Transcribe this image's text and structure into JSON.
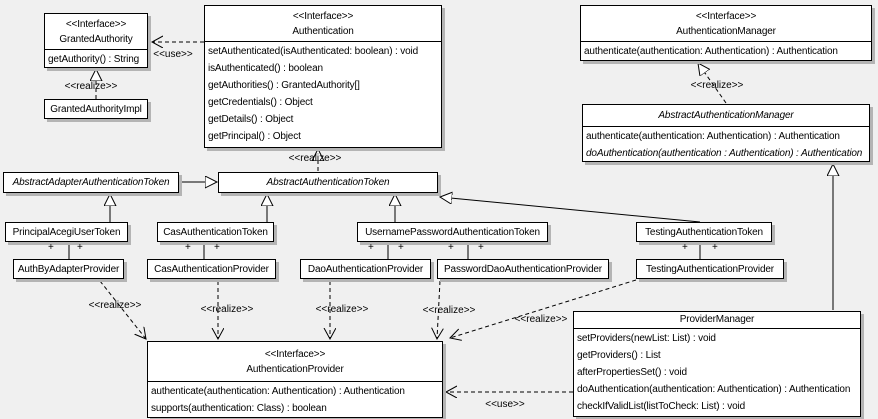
{
  "colors": {
    "background": "#f0f0f0",
    "box_fill": "#ffffff",
    "line": "#000000",
    "shadow": "#b4b4b4"
  },
  "classes": {
    "granted_authority": {
      "stereotype": "<<Interface>>",
      "name": "GrantedAuthority",
      "methods": [
        "getAuthority() : String"
      ]
    },
    "granted_authority_impl": {
      "name": "GrantedAuthorityImpl"
    },
    "authentication": {
      "stereotype": "<<Interface>>",
      "name": "Authentication",
      "methods": [
        "setAuthenticated(isAuthenticated: boolean) : void",
        "isAuthenticated() : boolean",
        "getAuthorities() : GrantedAuthority[]",
        "getCredentials() : Object",
        "getDetails() : Object",
        "getPrincipal() : Object"
      ]
    },
    "authentication_manager": {
      "stereotype": "<<Interface>>",
      "name": "AuthenticationManager",
      "methods": [
        "authenticate(authentication: Authentication) : Authentication"
      ]
    },
    "abstract_authentication_manager": {
      "name": "AbstractAuthenticationManager",
      "methods": [
        "authenticate(authentication: Authentication) : Authentication",
        "doAuthentication(authentication : Authentication) : Authentication"
      ]
    },
    "abstract_adapter_authentication_token": {
      "name": "AbstractAdapterAuthenticationToken"
    },
    "abstract_authentication_token": {
      "name": "AbstractAuthenticationToken"
    },
    "principal_acegi_user_token": {
      "name": "PrincipalAcegiUserToken"
    },
    "cas_authentication_token": {
      "name": "CasAuthenticationToken"
    },
    "username_password_authentication_token": {
      "name": "UsernamePasswordAuthenticationToken"
    },
    "testing_authentication_token": {
      "name": "TestingAuthenticationToken"
    },
    "auth_by_adapter_provider": {
      "name": "AuthByAdapterProvider"
    },
    "cas_authentication_provider": {
      "name": "CasAuthenticationProvider"
    },
    "dao_authentication_provider": {
      "name": "DaoAuthenticationProvider"
    },
    "password_dao_authentication_provider": {
      "name": "PasswordDaoAuthenticationProvider"
    },
    "testing_authentication_provider": {
      "name": "TestingAuthenticationProvider"
    },
    "authentication_provider": {
      "stereotype": "<<Interface>>",
      "name": "AuthenticationProvider",
      "methods": [
        "authenticate(authentication: Authentication) : Authentication",
        "supports(authentication: Class) : boolean"
      ]
    },
    "provider_manager": {
      "name": "ProviderManager",
      "methods": [
        "setProviders(newList: List) : void",
        "getProviders() : List",
        "afterPropertiesSet() : void",
        "doAuthentication(authentication: Authentication) : Authentication",
        "checkIfValidList(listToCheck: List) : void"
      ]
    }
  },
  "edges": [
    {
      "type": "dependency",
      "label": "<<use>>",
      "from": "Authentication",
      "to": "GrantedAuthority"
    },
    {
      "type": "realization",
      "label": "<<realize>>",
      "from": "GrantedAuthorityImpl",
      "to": "GrantedAuthority"
    },
    {
      "type": "realization",
      "label": "<<realize>>",
      "from": "AbstractAuthenticationToken",
      "to": "Authentication"
    },
    {
      "type": "realization",
      "label": "<<realize>>",
      "from": "AbstractAuthenticationManager",
      "to": "AuthenticationManager"
    },
    {
      "type": "generalization",
      "from": "AbstractAdapterAuthenticationToken",
      "to": "AbstractAuthenticationToken"
    },
    {
      "type": "generalization",
      "from": "PrincipalAcegiUserToken",
      "to": "AbstractAdapterAuthenticationToken"
    },
    {
      "type": "generalization",
      "from": "CasAuthenticationToken",
      "to": "AbstractAuthenticationToken"
    },
    {
      "type": "generalization",
      "from": "UsernamePasswordAuthenticationToken",
      "to": "AbstractAuthenticationToken"
    },
    {
      "type": "generalization",
      "from": "TestingAuthenticationToken",
      "to": "AbstractAuthenticationToken"
    },
    {
      "type": "generalization",
      "from": "ProviderManager",
      "to": "AbstractAuthenticationManager"
    },
    {
      "type": "association",
      "from": "PrincipalAcegiUserToken",
      "to": "AuthByAdapterProvider",
      "end_labels": [
        "+",
        "+"
      ]
    },
    {
      "type": "association",
      "from": "CasAuthenticationToken",
      "to": "CasAuthenticationProvider",
      "end_labels": [
        "+",
        "+"
      ]
    },
    {
      "type": "association",
      "from": "UsernamePasswordAuthenticationToken",
      "to": "DaoAuthenticationProvider",
      "end_labels": [
        "+",
        "+"
      ]
    },
    {
      "type": "association",
      "from": "UsernamePasswordAuthenticationToken",
      "to": "PasswordDaoAuthenticationProvider",
      "end_labels": [
        "+",
        "+"
      ]
    },
    {
      "type": "association",
      "from": "TestingAuthenticationToken",
      "to": "TestingAuthenticationProvider",
      "end_labels": [
        "+",
        "+"
      ]
    },
    {
      "type": "realization",
      "label": "<<realize>>",
      "from": "AuthByAdapterProvider",
      "to": "AuthenticationProvider"
    },
    {
      "type": "realization",
      "label": "<<realize>>",
      "from": "CasAuthenticationProvider",
      "to": "AuthenticationProvider"
    },
    {
      "type": "realization",
      "label": "<<realize>>",
      "from": "DaoAuthenticationProvider",
      "to": "AuthenticationProvider"
    },
    {
      "type": "realization",
      "label": "<<realize>>",
      "from": "PasswordDaoAuthenticationProvider",
      "to": "AuthenticationProvider"
    },
    {
      "type": "realization",
      "label": "<<realize>>",
      "from": "TestingAuthenticationProvider",
      "to": "AuthenticationProvider"
    },
    {
      "type": "dependency",
      "label": "<<use>>",
      "from": "ProviderManager",
      "to": "AuthenticationProvider"
    }
  ]
}
